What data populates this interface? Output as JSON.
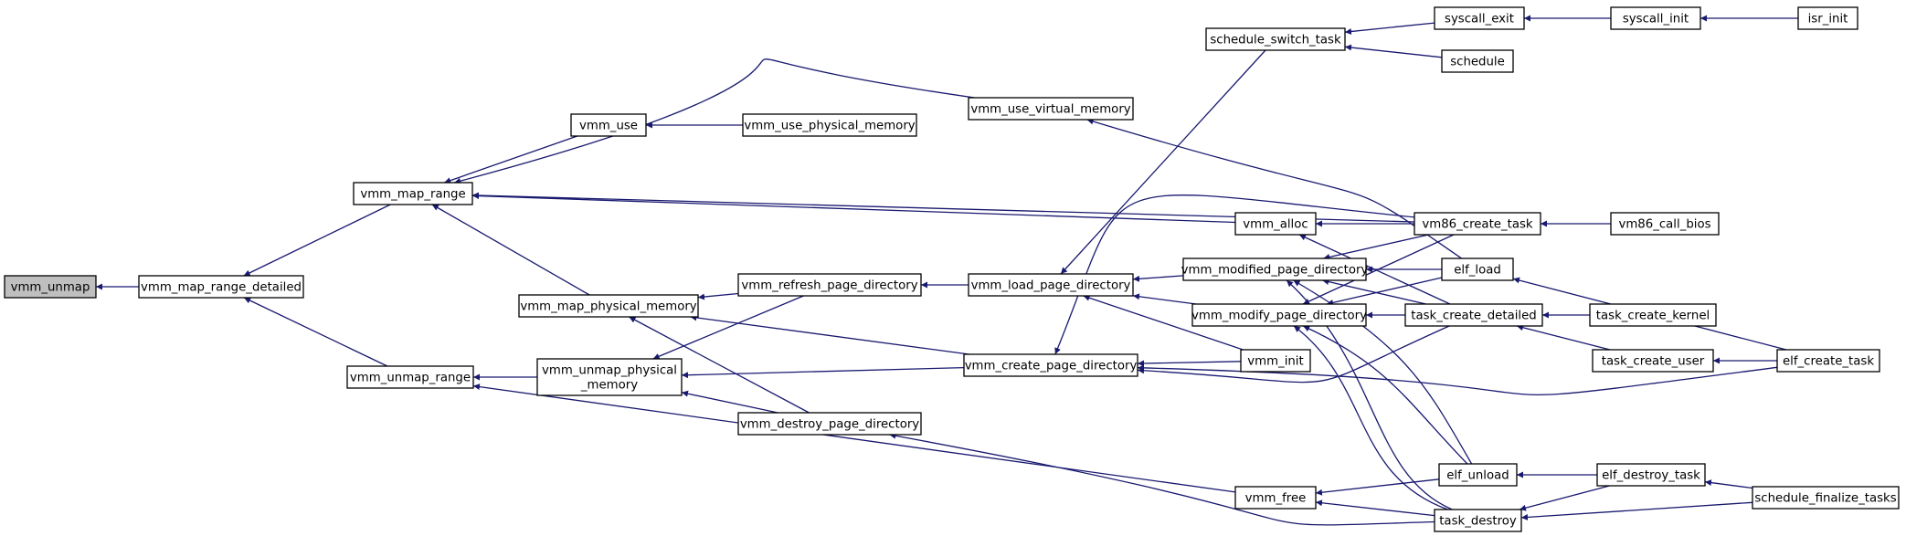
{
  "graph": {
    "edge_color": "#191970",
    "root_fill": "#bfbfbf",
    "nodes": [
      {
        "id": "vmm_unmap",
        "lines": [
          "vmm_unmap"
        ],
        "root": true
      },
      {
        "id": "vmm_map_range_detailed",
        "lines": [
          "vmm_map_range_detailed"
        ]
      },
      {
        "id": "vmm_map_range",
        "lines": [
          "vmm_map_range"
        ]
      },
      {
        "id": "vmm_unmap_range",
        "lines": [
          "vmm_unmap_range"
        ]
      },
      {
        "id": "vmm_use",
        "lines": [
          "vmm_use"
        ]
      },
      {
        "id": "vmm_map_physical_memory",
        "lines": [
          "vmm_map_physical_memory"
        ]
      },
      {
        "id": "vmm_unmap_physical_memory",
        "lines": [
          "vmm_unmap_physical",
          "_memory"
        ]
      },
      {
        "id": "vmm_use_physical_memory",
        "lines": [
          "vmm_use_physical_memory"
        ]
      },
      {
        "id": "vmm_refresh_page_directory",
        "lines": [
          "vmm_refresh_page_directory"
        ]
      },
      {
        "id": "vmm_destroy_page_directory",
        "lines": [
          "vmm_destroy_page_directory"
        ]
      },
      {
        "id": "schedule_switch_task",
        "lines": [
          "schedule_switch_task"
        ]
      },
      {
        "id": "vmm_use_virtual_memory",
        "lines": [
          "vmm_use_virtual_memory"
        ]
      },
      {
        "id": "vmm_load_page_directory",
        "lines": [
          "vmm_load_page_directory"
        ]
      },
      {
        "id": "vmm_create_page_directory",
        "lines": [
          "vmm_create_page_directory"
        ]
      },
      {
        "id": "vmm_alloc",
        "lines": [
          "vmm_alloc"
        ]
      },
      {
        "id": "vmm_modified_page_directory",
        "lines": [
          "vmm_modified_page_directory"
        ]
      },
      {
        "id": "vmm_modify_page_directory",
        "lines": [
          "vmm_modify_page_directory"
        ]
      },
      {
        "id": "vmm_init",
        "lines": [
          "vmm_init"
        ]
      },
      {
        "id": "vmm_free",
        "lines": [
          "vmm_free"
        ]
      },
      {
        "id": "syscall_exit",
        "lines": [
          "syscall_exit"
        ]
      },
      {
        "id": "schedule",
        "lines": [
          "schedule"
        ]
      },
      {
        "id": "vm86_create_task",
        "lines": [
          "vm86_create_task"
        ]
      },
      {
        "id": "elf_load",
        "lines": [
          "elf_load"
        ]
      },
      {
        "id": "task_create_detailed",
        "lines": [
          "task_create_detailed"
        ]
      },
      {
        "id": "elf_unload",
        "lines": [
          "elf_unload"
        ]
      },
      {
        "id": "task_destroy",
        "lines": [
          "task_destroy"
        ]
      },
      {
        "id": "syscall_init",
        "lines": [
          "syscall_init"
        ]
      },
      {
        "id": "vm86_call_bios",
        "lines": [
          "vm86_call_bios"
        ]
      },
      {
        "id": "task_create_kernel",
        "lines": [
          "task_create_kernel"
        ]
      },
      {
        "id": "task_create_user",
        "lines": [
          "task_create_user"
        ]
      },
      {
        "id": "elf_destroy_task",
        "lines": [
          "elf_destroy_task"
        ]
      },
      {
        "id": "isr_init",
        "lines": [
          "isr_init"
        ]
      },
      {
        "id": "elf_create_task",
        "lines": [
          "elf_create_task"
        ]
      },
      {
        "id": "schedule_finalize_tasks",
        "lines": [
          "schedule_finalize_tasks"
        ]
      }
    ],
    "edges": [
      {
        "caller": "vmm_map_range_detailed",
        "callee": "vmm_unmap"
      },
      {
        "caller": "vmm_map_range",
        "callee": "vmm_map_range_detailed"
      },
      {
        "caller": "vmm_unmap_range",
        "callee": "vmm_map_range_detailed"
      },
      {
        "caller": "vmm_use",
        "callee": "vmm_map_range"
      },
      {
        "caller": "vmm_use_virtual_memory",
        "callee": "vmm_map_range"
      },
      {
        "caller": "vm86_create_task",
        "callee": "vmm_map_range"
      },
      {
        "caller": "vmm_alloc",
        "callee": "vmm_map_range"
      },
      {
        "caller": "vmm_map_physical_memory",
        "callee": "vmm_map_range"
      },
      {
        "caller": "vmm_unmap_physical_memory",
        "callee": "vmm_unmap_range"
      },
      {
        "caller": "vmm_free",
        "callee": "vmm_unmap_range"
      },
      {
        "caller": "vmm_use_physical_memory",
        "callee": "vmm_use"
      },
      {
        "caller": "vmm_refresh_page_directory",
        "callee": "vmm_map_physical_memory"
      },
      {
        "caller": "vmm_create_page_directory",
        "callee": "vmm_map_physical_memory"
      },
      {
        "caller": "vmm_destroy_page_directory",
        "callee": "vmm_map_physical_memory"
      },
      {
        "caller": "vmm_refresh_page_directory",
        "callee": "vmm_unmap_physical_memory"
      },
      {
        "caller": "vmm_create_page_directory",
        "callee": "vmm_unmap_physical_memory"
      },
      {
        "caller": "vmm_destroy_page_directory",
        "callee": "vmm_unmap_physical_memory"
      },
      {
        "caller": "vmm_load_page_directory",
        "callee": "vmm_refresh_page_directory"
      },
      {
        "caller": "task_destroy",
        "callee": "vmm_destroy_page_directory"
      },
      {
        "caller": "syscall_exit",
        "callee": "schedule_switch_task"
      },
      {
        "caller": "schedule",
        "callee": "schedule_switch_task"
      },
      {
        "caller": "elf_load",
        "callee": "vmm_use_virtual_memory"
      },
      {
        "caller": "schedule_switch_task",
        "callee": "vmm_load_page_directory"
      },
      {
        "caller": "vmm_modified_page_directory",
        "callee": "vmm_load_page_directory"
      },
      {
        "caller": "vmm_modify_page_directory",
        "callee": "vmm_load_page_directory"
      },
      {
        "caller": "vmm_init",
        "callee": "vmm_load_page_directory"
      },
      {
        "caller": "vmm_init",
        "callee": "vmm_create_page_directory"
      },
      {
        "caller": "vm86_create_task",
        "callee": "vmm_create_page_directory"
      },
      {
        "caller": "task_create_detailed",
        "callee": "vmm_create_page_directory"
      },
      {
        "caller": "elf_create_task",
        "callee": "vmm_create_page_directory"
      },
      {
        "caller": "vm86_create_task",
        "callee": "vmm_alloc"
      },
      {
        "caller": "task_create_detailed",
        "callee": "vmm_alloc"
      },
      {
        "caller": "vm86_create_task",
        "callee": "vmm_modified_page_directory"
      },
      {
        "caller": "elf_load",
        "callee": "vmm_modified_page_directory"
      },
      {
        "caller": "task_create_detailed",
        "callee": "vmm_modified_page_directory"
      },
      {
        "caller": "elf_unload",
        "callee": "vmm_modified_page_directory"
      },
      {
        "caller": "task_destroy",
        "callee": "vmm_modified_page_directory"
      },
      {
        "caller": "vm86_create_task",
        "callee": "vmm_modify_page_directory"
      },
      {
        "caller": "elf_load",
        "callee": "vmm_modify_page_directory"
      },
      {
        "caller": "task_create_detailed",
        "callee": "vmm_modify_page_directory"
      },
      {
        "caller": "elf_unload",
        "callee": "vmm_modify_page_directory"
      },
      {
        "caller": "task_destroy",
        "callee": "vmm_modify_page_directory"
      },
      {
        "caller": "elf_unload",
        "callee": "vmm_free"
      },
      {
        "caller": "task_destroy",
        "callee": "vmm_free"
      },
      {
        "caller": "syscall_init",
        "callee": "syscall_exit"
      },
      {
        "caller": "vm86_call_bios",
        "callee": "vm86_create_task"
      },
      {
        "caller": "elf_create_task",
        "callee": "elf_load"
      },
      {
        "caller": "task_create_kernel",
        "callee": "task_create_detailed"
      },
      {
        "caller": "task_create_user",
        "callee": "task_create_detailed"
      },
      {
        "caller": "elf_destroy_task",
        "callee": "elf_unload"
      },
      {
        "caller": "elf_destroy_task",
        "callee": "task_destroy"
      },
      {
        "caller": "schedule_finalize_tasks",
        "callee": "task_destroy"
      },
      {
        "caller": "isr_init",
        "callee": "syscall_init"
      },
      {
        "caller": "elf_create_task",
        "callee": "task_create_user"
      },
      {
        "caller": "schedule_finalize_tasks",
        "callee": "elf_destroy_task"
      }
    ]
  }
}
